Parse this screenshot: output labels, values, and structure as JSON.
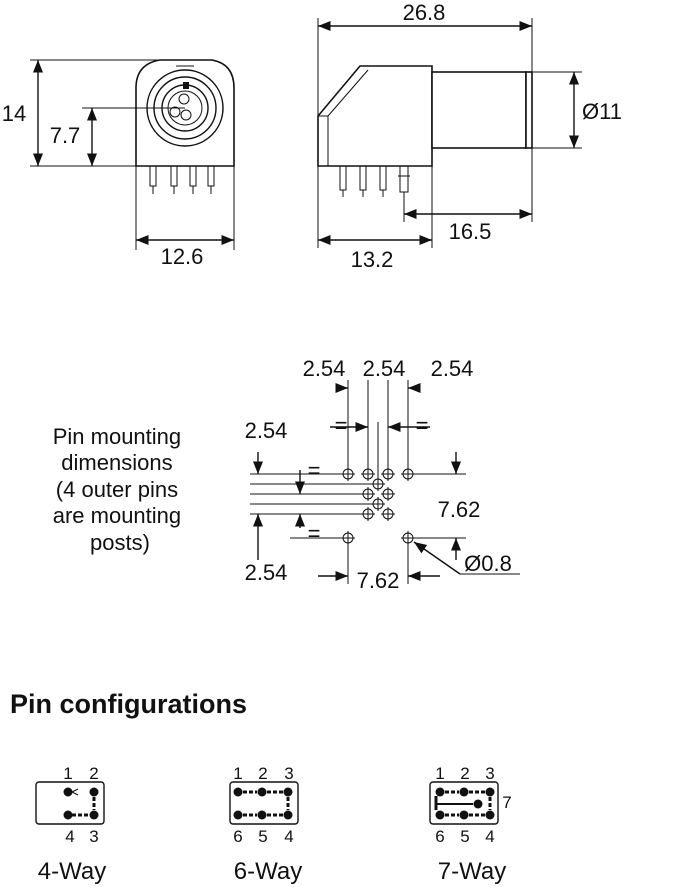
{
  "front_view": {
    "height_dim": "14",
    "center_dim": "7.7",
    "width_dim": "12.6"
  },
  "side_view": {
    "length_dim": "26.8",
    "diameter_dim": "Ø11",
    "barrel_dim": "16.5",
    "base_dim": "13.2"
  },
  "mounting": {
    "label_lines": [
      "Pin mounting",
      "dimensions",
      "(4 outer pins",
      "are mounting",
      "posts)"
    ],
    "pitch_top_1": "2.54",
    "pitch_top_2": "2.54",
    "pitch_top_3": "2.54",
    "pitch_left_top": "2.54",
    "pitch_left_bottom": "2.54",
    "span_right": "7.62",
    "span_bottom": "7.62",
    "hole_dim": "Ø0.8",
    "equal_mark": "="
  },
  "pin_configs": {
    "heading": "Pin configurations",
    "four_way": {
      "caption": "4-Way",
      "top": [
        "1",
        "2"
      ],
      "bottom": [
        "4",
        "3"
      ]
    },
    "six_way": {
      "caption": "6-Way",
      "top": [
        "1",
        "2",
        "3"
      ],
      "bottom": [
        "6",
        "5",
        "4"
      ]
    },
    "seven_way": {
      "caption": "7-Way",
      "top": [
        "1",
        "2",
        "3"
      ],
      "bottom": [
        "6",
        "5",
        "4"
      ],
      "side": "7"
    }
  }
}
